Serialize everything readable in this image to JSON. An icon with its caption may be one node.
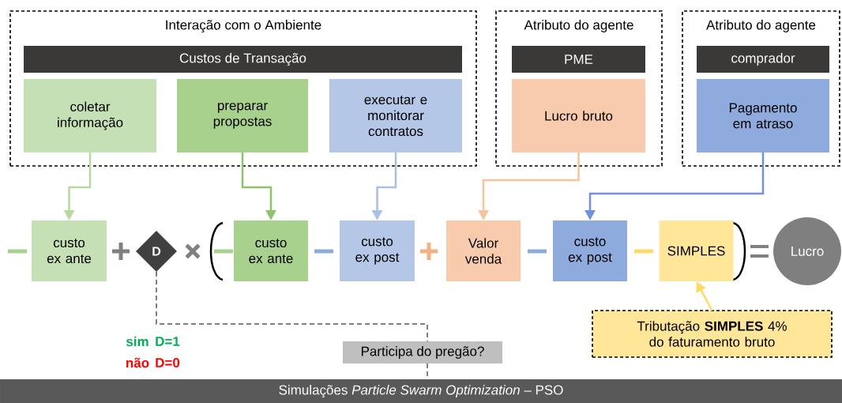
{
  "diagram": {
    "nodes": [
      {
        "text": [
          "Interação com o Ambiente"
        ]
      },
      {
        "text": [
          "Custos de Transação"
        ],
        "in": 0
      },
      {
        "text": [
          "coletar informação"
        ],
        "in": 0
      },
      {
        "text": [
          "preparar propostas"
        ],
        "in": 0
      },
      {
        "text": [
          "executar e monitorar contratos"
        ],
        "in": 0
      },
      {
        "text": [
          "Atributo do agente"
        ]
      },
      {
        "text": [
          "PME"
        ],
        "in": 5
      },
      {
        "text": [
          "Lucro bruto"
        ],
        "in": 5
      },
      {
        "text": [
          "Atributo do agente"
        ]
      },
      {
        "text": [
          "comprador"
        ],
        "in": 8
      },
      {
        "text": [
          "Pagamento em atraso"
        ],
        "in": 8
      },
      {
        "text": [
          "custo ex ante"
        ]
      },
      {
        "text": [
          "D"
        ]
      },
      {
        "text": [
          "custo ex ante"
        ]
      },
      {
        "text": [
          "custo ex post"
        ]
      },
      {
        "text": [
          "Valor venda"
        ]
      },
      {
        "text": [
          "custo ex post"
        ]
      },
      {
        "text": [
          "SIMPLES"
        ]
      },
      {
        "text": [
          "Lucro"
        ]
      },
      {
        "text": [
          "Tributação **SIMPLES** 4% do faturamento bruto"
        ]
      },
      {
        "text": [
          "Participa do pregão?"
        ]
      },
      {
        "text": [
          "Simulações *Particle Swarm Optimization* – PSO"
        ]
      }
    ],
    "edges": [
      {
        "from": 2,
        "to": 11,
        "arrow": "to",
        "color": "#b7d99f"
      },
      {
        "from": 3,
        "to": 13,
        "arrow": "to",
        "color": "#8dc26f"
      },
      {
        "from": 4,
        "to": 14,
        "arrow": "to",
        "color": "#a9bfe6"
      },
      {
        "from": 7,
        "to": 15,
        "arrow": "to",
        "color": "#f6c39e"
      },
      {
        "from": 10,
        "to": 16,
        "arrow": "to",
        "color": "#6f93d6"
      },
      {
        "from": 19,
        "to": 17,
        "arrow": "to",
        "color": "#ffd966"
      },
      {
        "from": 12,
        "to": 20,
        "arrow": "none",
        "style": "dashed",
        "color": "#808080"
      },
      {
        "from": 20,
        "to": 21,
        "arrow": "none",
        "style": "dashed",
        "color": "#808080"
      }
    ],
    "labels": [
      "sim",
      "D=1",
      "não",
      "D=0"
    ]
  }
}
